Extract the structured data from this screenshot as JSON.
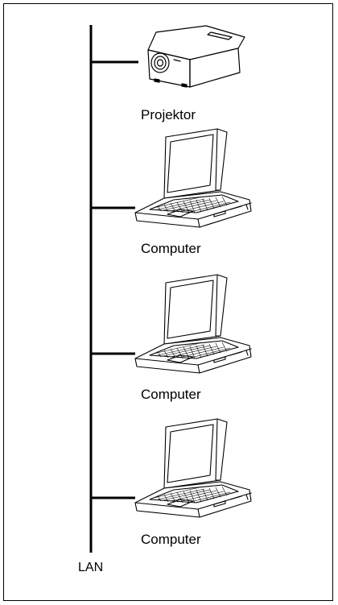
{
  "diagram": {
    "network_label": "LAN",
    "devices": [
      {
        "label": "Projektor",
        "icon": "projector-icon"
      },
      {
        "label": "Computer",
        "icon": "laptop-icon"
      },
      {
        "label": "Computer",
        "icon": "laptop-icon"
      },
      {
        "label": "Computer",
        "icon": "laptop-icon"
      }
    ]
  }
}
